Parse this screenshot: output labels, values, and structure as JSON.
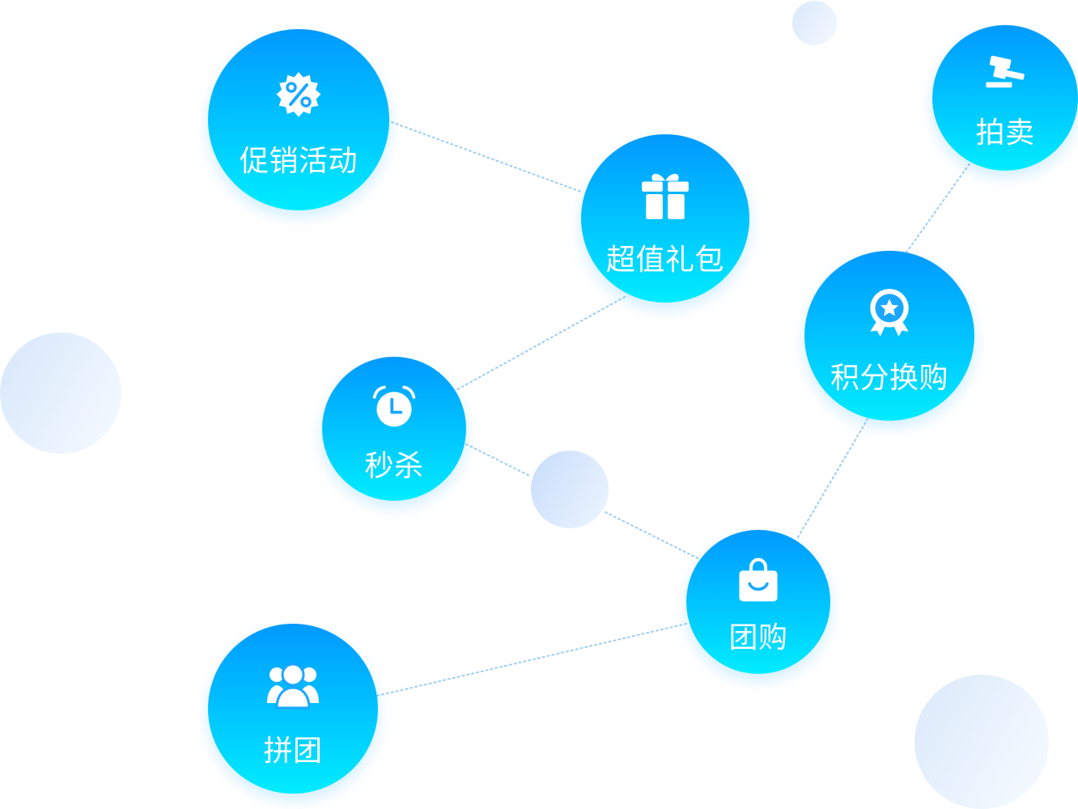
{
  "theme": {
    "node_gradient_top": "#0099ff",
    "node_gradient_bottom": "#00ecff",
    "link_color": "#9ccdf2",
    "deco_color": "#dcebfb"
  },
  "nodes": [
    {
      "id": "promo",
      "label": "促销活动",
      "icon": "percent-badge-icon"
    },
    {
      "id": "gift",
      "label": "超值礼包",
      "icon": "gift-icon"
    },
    {
      "id": "seckill",
      "label": "秒杀",
      "icon": "alarm-clock-icon"
    },
    {
      "id": "auction",
      "label": "拍卖",
      "icon": "gavel-icon"
    },
    {
      "id": "points",
      "label": "积分换购",
      "icon": "award-ribbon-icon"
    },
    {
      "id": "groupbuy",
      "label": "团购",
      "icon": "shopping-bag-icon"
    },
    {
      "id": "pintuan",
      "label": "拼团",
      "icon": "group-users-icon"
    }
  ],
  "links": [
    [
      "promo",
      "gift"
    ],
    [
      "gift",
      "seckill"
    ],
    [
      "seckill",
      "groupbuy"
    ],
    [
      "groupbuy",
      "pintuan"
    ],
    [
      "groupbuy",
      "points"
    ],
    [
      "points",
      "auction"
    ]
  ]
}
